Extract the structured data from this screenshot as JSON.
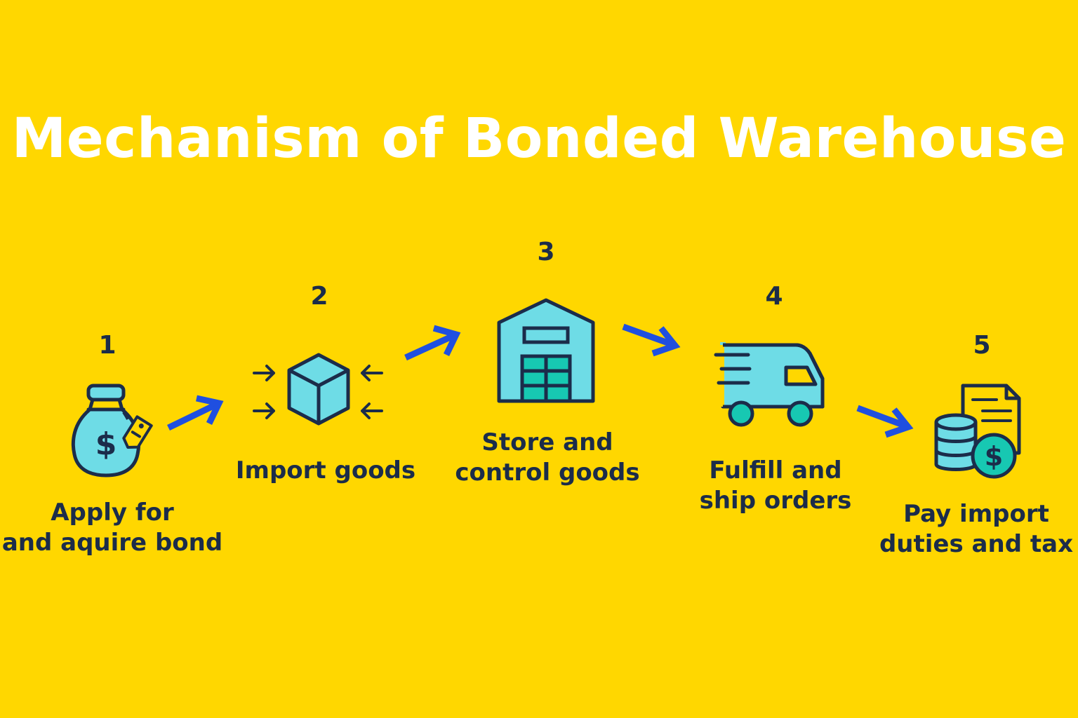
{
  "title": "Mechanism of Bonded Warehouse",
  "colors": {
    "background": "#FFD700",
    "title_text": "#FFFFFF",
    "label_text": "#1B2C4A",
    "icon_fill": "#6EDCE6",
    "icon_accent": "#17C8B2",
    "icon_stroke": "#1B2C4A",
    "arrow": "#1F4FE0"
  },
  "steps": [
    {
      "number": "1",
      "label_lines": [
        "Apply for",
        "and aquire bond"
      ],
      "icon": "money-bag-icon"
    },
    {
      "number": "2",
      "label_lines": [
        "Import goods"
      ],
      "icon": "package-box-icon"
    },
    {
      "number": "3",
      "label_lines": [
        "Store and",
        "control goods"
      ],
      "icon": "warehouse-icon"
    },
    {
      "number": "4",
      "label_lines": [
        "Fulfill and",
        "ship orders"
      ],
      "icon": "delivery-truck-icon"
    },
    {
      "number": "5",
      "label_lines": [
        "Pay import",
        "duties and tax"
      ],
      "icon": "coins-invoice-icon"
    }
  ],
  "arrows": [
    "arrow-right-icon",
    "arrow-right-icon",
    "arrow-right-icon",
    "arrow-right-icon"
  ]
}
